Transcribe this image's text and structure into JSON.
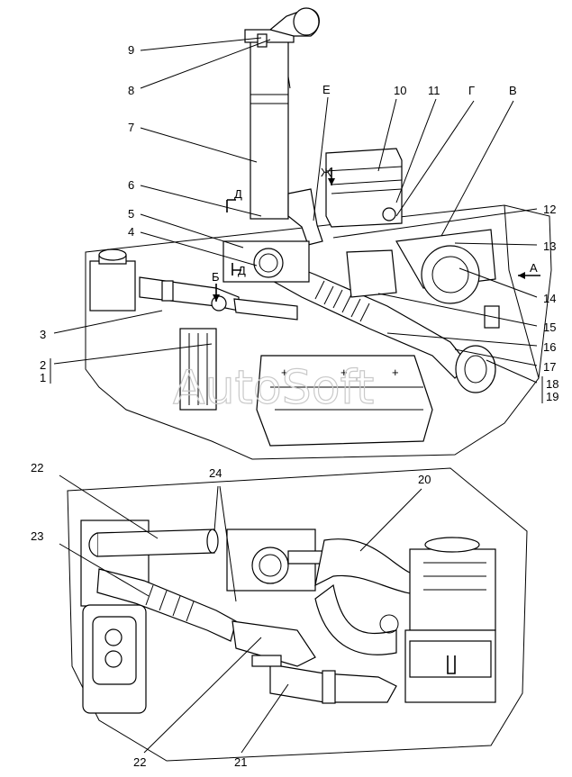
{
  "watermark": "AutoSoft",
  "view_marks": {
    "A": "А",
    "B": "Б",
    "V": "В",
    "G": "Г",
    "D_top": "Д",
    "D_bottom": "Д",
    "E": "Е",
    "Zh": "Ж"
  },
  "callouts": {
    "n1": "1",
    "n2": "2",
    "n3": "3",
    "n4": "4",
    "n5": "5",
    "n6": "6",
    "n7": "7",
    "n8": "8",
    "n9": "9",
    "n10": "10",
    "n11": "11",
    "n12": "12",
    "n13": "13",
    "n14": "14",
    "n15": "15",
    "n16": "16",
    "n17": "17",
    "n18": "18",
    "n19": "19",
    "n20": "20",
    "n21": "21",
    "n22a": "22",
    "n22b": "22",
    "n23": "23",
    "n24": "24"
  }
}
